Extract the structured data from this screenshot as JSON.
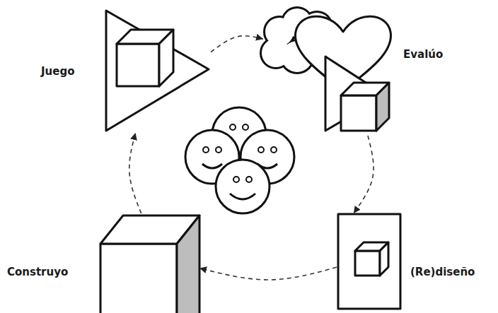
{
  "diagram": {
    "nodes": [
      {
        "text": [
          "Juego"
        ]
      },
      {
        "text": [
          "Evalúo"
        ]
      },
      {
        "text": [
          "(Re)diseño"
        ]
      },
      {
        "text": [
          "Construyo"
        ]
      }
    ],
    "edges": [
      {
        "from": 0,
        "to": 1,
        "arrow": "to"
      },
      {
        "from": 1,
        "to": 2,
        "arrow": "to"
      },
      {
        "from": 2,
        "to": 3,
        "arrow": "to"
      },
      {
        "from": 3,
        "to": 0,
        "arrow": "to"
      }
    ]
  }
}
